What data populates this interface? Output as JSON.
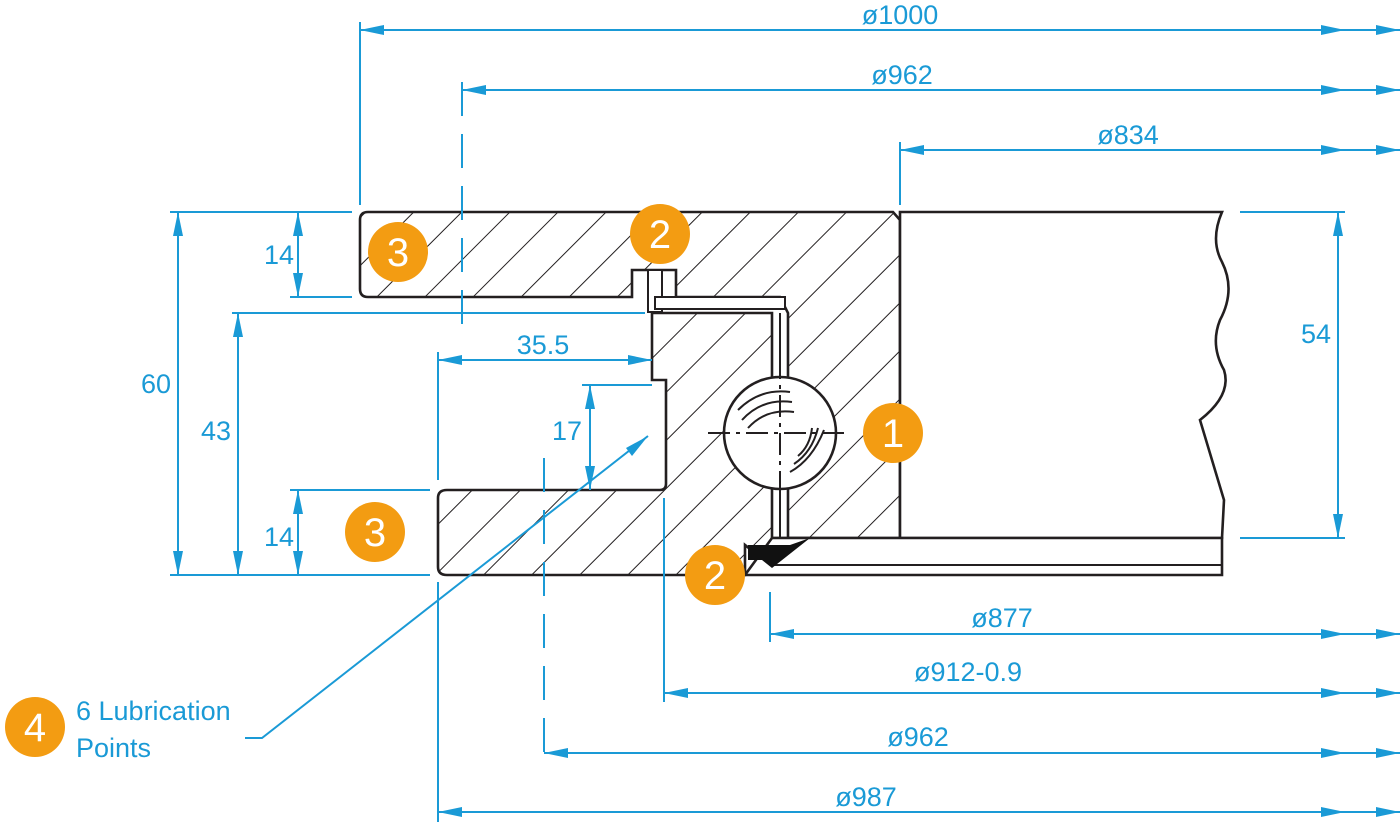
{
  "dimensions": {
    "d1000": "ø1000",
    "d962_top": "ø962",
    "d834": "ø834",
    "h14_top": "14",
    "h60": "60",
    "h43": "43",
    "w35_5": "35.5",
    "h17": "17",
    "h14_bottom": "14",
    "h54": "54",
    "d877": "ø877",
    "d912": "ø912-0.9",
    "d962_bottom": "ø962",
    "d987": "ø987"
  },
  "callouts": {
    "c1": "1",
    "c2_top": "2",
    "c2_bottom": "2",
    "c3_top": "3",
    "c3_bottom": "3",
    "c4": "4"
  },
  "note": {
    "line1": "6 Lubrication",
    "line2": "Points"
  },
  "colors": {
    "dimension": "#1a9ad6",
    "callout_badge": "#f39c12",
    "outline": "#231f20"
  }
}
